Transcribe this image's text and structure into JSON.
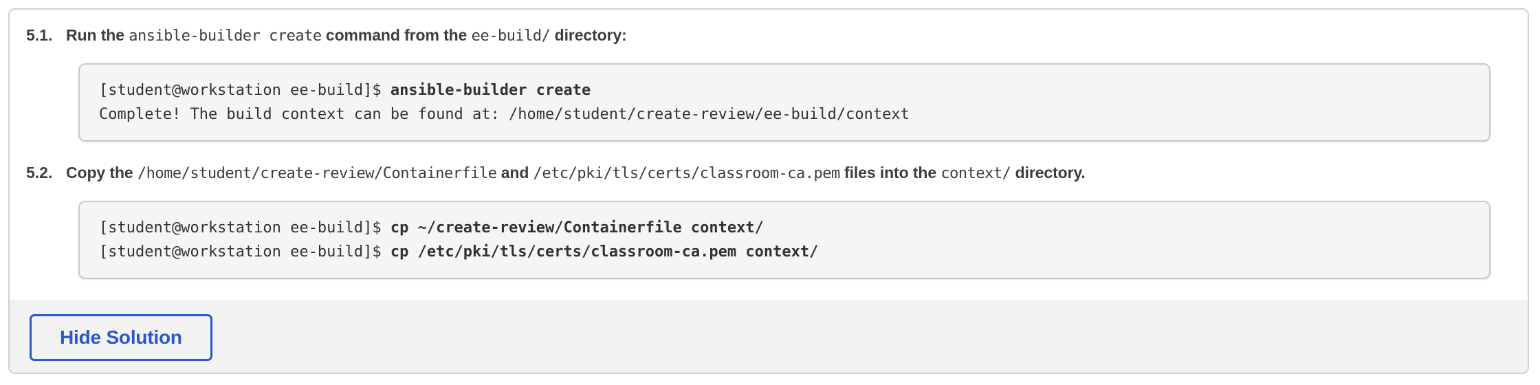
{
  "colors": {
    "accent_blue": "#2b57c8",
    "body_text": "#3a3d42",
    "terminal_bg": "#f5f5f5",
    "terminal_border": "#c9c9c9",
    "panel_border": "#d0d0d0",
    "footer_bg": "#f2f2f2"
  },
  "steps": [
    {
      "number": "5.1.",
      "instruction_parts": [
        {
          "type": "text",
          "value": "Run the "
        },
        {
          "type": "code",
          "value": "ansible-builder create"
        },
        {
          "type": "text",
          "value": " command from the "
        },
        {
          "type": "code",
          "value": "ee-build/"
        },
        {
          "type": "text",
          "value": " directory:"
        }
      ],
      "terminal_lines": [
        [
          {
            "type": "plain",
            "value": "[student@workstation ee-build]$ "
          },
          {
            "type": "cmd",
            "value": "ansible-builder create"
          }
        ],
        [
          {
            "type": "plain",
            "value": "Complete! The build context can be found at: /home/student/create-review/ee-build/context"
          }
        ]
      ]
    },
    {
      "number": "5.2.",
      "instruction_parts": [
        {
          "type": "text",
          "value": "Copy the "
        },
        {
          "type": "code",
          "value": "/home/student/create-review/Containerfile"
        },
        {
          "type": "text",
          "value": " and "
        },
        {
          "type": "code",
          "value": "/etc/pki/tls/certs/classroom-ca.pem"
        },
        {
          "type": "text",
          "value": " files into the "
        },
        {
          "type": "code",
          "value": "context/"
        },
        {
          "type": "text",
          "value": " directory."
        }
      ],
      "terminal_lines": [
        [
          {
            "type": "plain",
            "value": "[student@workstation ee-build]$ "
          },
          {
            "type": "cmd",
            "value": "cp ~/create-review/Containerfile context/"
          }
        ],
        [
          {
            "type": "plain",
            "value": "[student@workstation ee-build]$ "
          },
          {
            "type": "cmd",
            "value": "cp /etc/pki/tls/certs/classroom-ca.pem context/"
          }
        ]
      ]
    }
  ],
  "footer": {
    "button_label": "Hide Solution"
  }
}
